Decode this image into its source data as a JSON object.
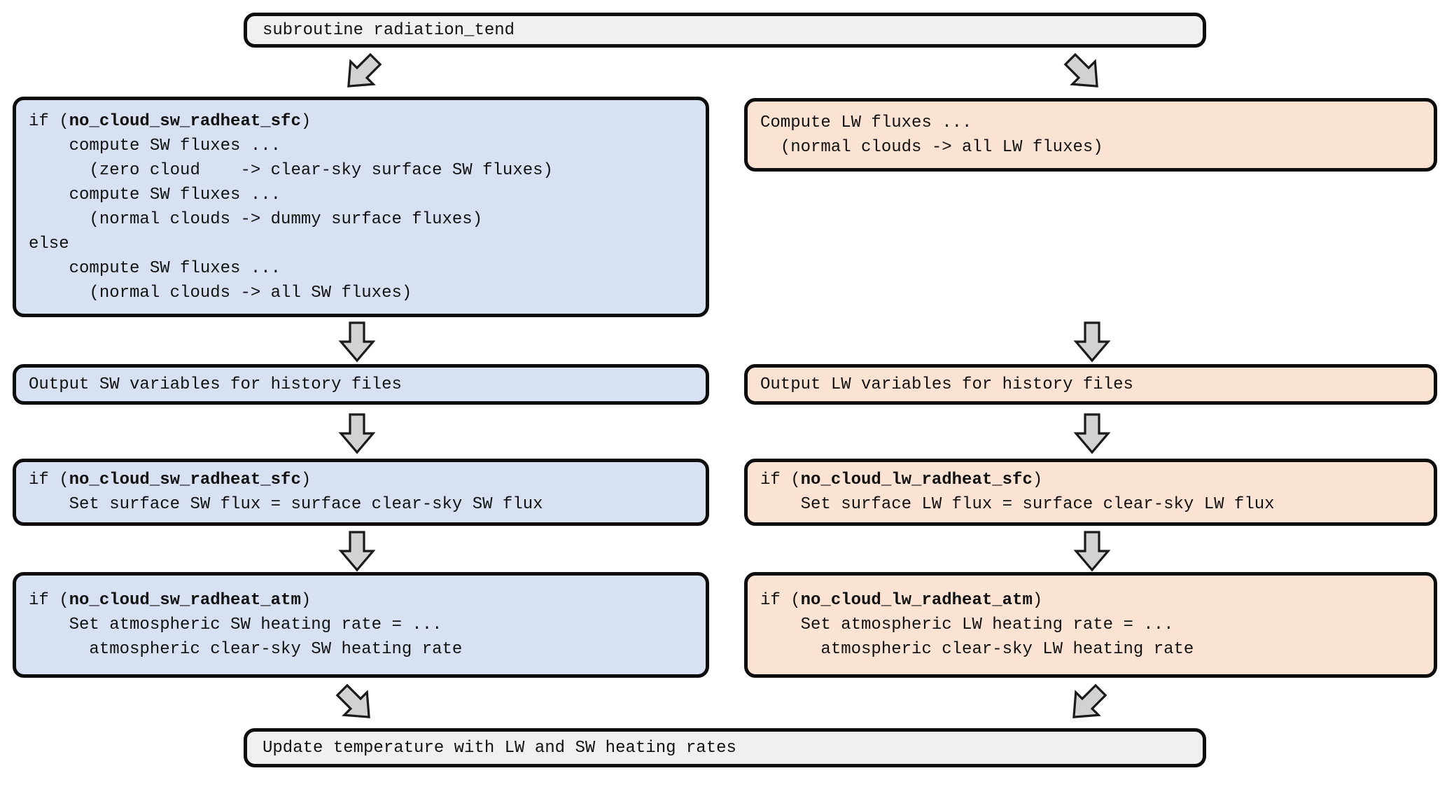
{
  "colors": {
    "sw_fill": "#d8e1f2",
    "lw_fill": "#fae3d3",
    "neutral_fill": "#f0f0f0",
    "arrow_fill": "#d2d2d2",
    "arrow_stroke": "#1a1a1a",
    "border": "#0d0d0d"
  },
  "nodes": {
    "start": {
      "text": "subroutine radiation_tend"
    },
    "sw_compute": {
      "pre": "if (",
      "bold": "no_cloud_sw_radheat_sfc",
      "post": ")\n    compute SW fluxes ...\n      (zero cloud    -> clear-sky surface SW fluxes)\n    compute SW fluxes ...\n      (normal clouds -> dummy surface fluxes)\nelse\n    compute SW fluxes ...\n      (normal clouds -> all SW fluxes)"
    },
    "lw_compute": {
      "text": "Compute LW fluxes ...\n  (normal clouds -> all LW fluxes)"
    },
    "sw_output": {
      "text": "Output SW variables for history files"
    },
    "lw_output": {
      "text": "Output LW variables for history files"
    },
    "sw_sfc": {
      "pre": "if (",
      "bold": "no_cloud_sw_radheat_sfc",
      "post": ")\n    Set surface SW flux = surface clear-sky SW flux"
    },
    "lw_sfc": {
      "pre": "if (",
      "bold": "no_cloud_lw_radheat_sfc",
      "post": ")\n    Set surface LW flux = surface clear-sky LW flux"
    },
    "sw_atm": {
      "pre": "if (",
      "bold": "no_cloud_sw_radheat_atm",
      "post": ")\n    Set atmospheric SW heating rate = ...\n      atmospheric clear-sky SW heating rate"
    },
    "lw_atm": {
      "pre": "if (",
      "bold": "no_cloud_lw_radheat_atm",
      "post": ")\n    Set atmospheric LW heating rate = ...\n      atmospheric clear-sky LW heating rate"
    },
    "update": {
      "text": "Update temperature with LW and SW heating rates"
    }
  }
}
